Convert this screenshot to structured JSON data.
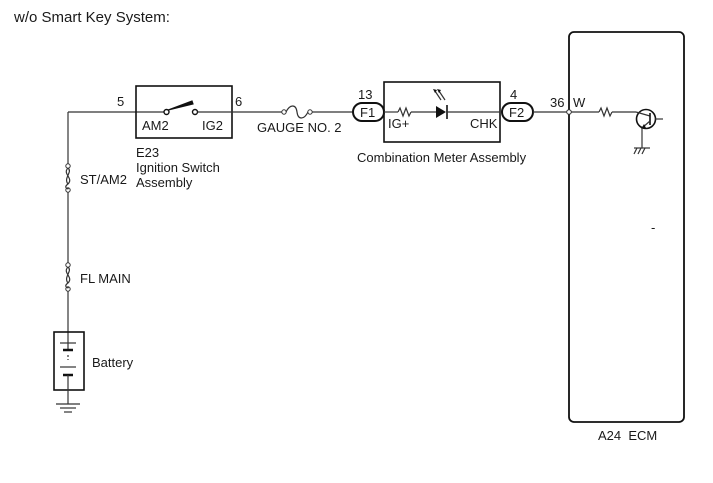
{
  "title": "w/o Smart Key System:",
  "ignition_switch": {
    "code": "E23",
    "name_line1": "Ignition Switch",
    "name_line2": "Assembly",
    "pin_in": "5",
    "pin_out": "6",
    "term_in": "AM2",
    "term_out": "IG2"
  },
  "fuses": {
    "st_am2": "ST/AM2",
    "fl_main": "FL MAIN",
    "gauge": "GAUGE NO. 2"
  },
  "battery": {
    "label": "Battery"
  },
  "combination_meter": {
    "name": "Combination Meter Assembly",
    "connector_in": "F1",
    "connector_out": "F2",
    "pin_in": "13",
    "pin_out": "4",
    "term_in": "IG+",
    "term_out": "CHK"
  },
  "ecm": {
    "name": "A24  ECM",
    "pin": "36",
    "wire_color": "W",
    "dash": "-"
  }
}
